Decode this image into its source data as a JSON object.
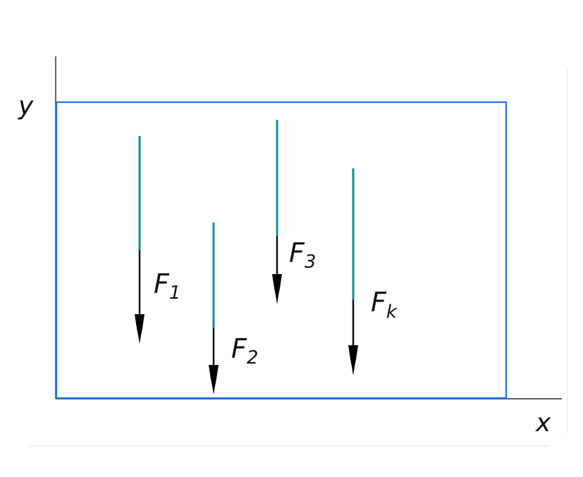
{
  "axes": {
    "x_label": "x",
    "y_label": "y",
    "color": "#000000"
  },
  "body": {
    "color": "#1a73e8"
  },
  "forces": [
    {
      "symbol": "F",
      "subscript": "1"
    },
    {
      "symbol": "F",
      "subscript": "2"
    },
    {
      "symbol": "F",
      "subscript": "3"
    },
    {
      "symbol": "F",
      "subscript": "k"
    }
  ],
  "colors": {
    "force_shaft": "#0e8f95",
    "force_tip": "#0a0a0a"
  }
}
